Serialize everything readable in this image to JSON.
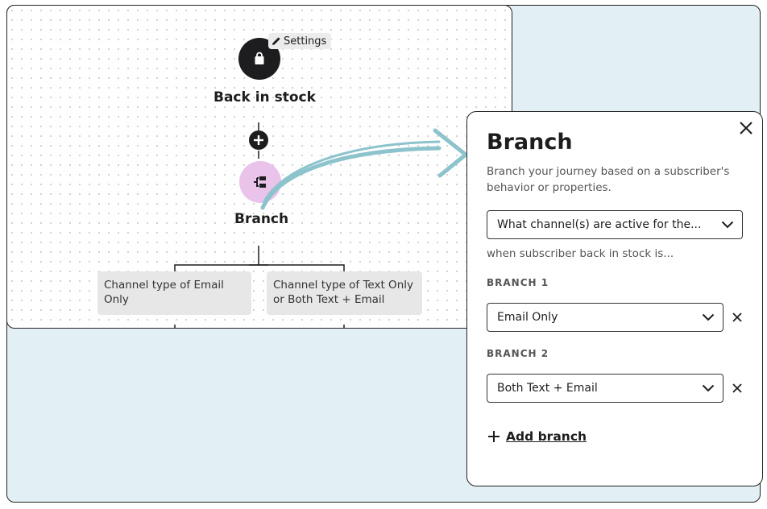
{
  "canvas": {
    "trigger_node": {
      "label": "Back in stock",
      "icon": "shopping-bag-icon",
      "settings_label": "Settings"
    },
    "add_step_icon": "plus-circle-icon",
    "branch_node": {
      "label": "Branch",
      "icon": "branch-icon"
    },
    "branch_chips": [
      {
        "label": "Channel type of Email Only"
      },
      {
        "label": "Channel type of Text Only or Both Text + Email"
      }
    ]
  },
  "panel": {
    "title": "Branch",
    "description": "Branch your journey based on a subscriber's behavior or properties.",
    "condition_select": {
      "value": "What channel(s) are active for the..."
    },
    "helper_text": "when subscriber back in stock is...",
    "branches": [
      {
        "heading": "BRANCH 1",
        "value": "Email Only"
      },
      {
        "heading": "BRANCH 2",
        "value": "Both Text + Email"
      }
    ],
    "add_branch_label": "Add branch",
    "close_icon": "close-icon"
  },
  "colors": {
    "background": "#e2eff4",
    "branch_node": "#e9c3ea",
    "trigger_node": "#1d1d1f",
    "arrow": "#8cc3cc",
    "chip": "#e7e7e7"
  }
}
